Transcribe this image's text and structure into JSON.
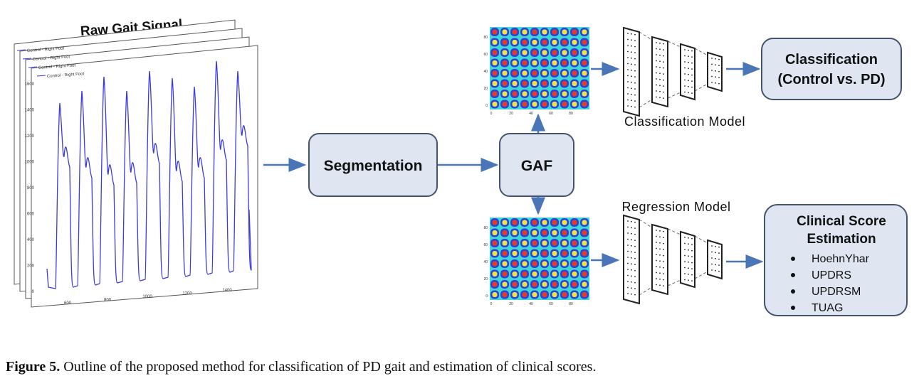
{
  "title": "Raw Gait Signal",
  "legend_label": "Control - Right Foot",
  "signal_y_ticks": [
    "0",
    "200",
    "400",
    "600",
    "800",
    "1000",
    "1200",
    "1400",
    "1600"
  ],
  "signal_x_ticks": [
    "600",
    "800",
    "1000",
    "1200",
    "1400"
  ],
  "segmentation_label": "Segmentation",
  "gaf_label": "GAF",
  "gaf_axis_ticks": [
    "0",
    "20",
    "40",
    "60",
    "80"
  ],
  "classification_model_label": "Classification Model",
  "regression_model_label": "Regression Model",
  "classification_output": {
    "line1": "Classification",
    "line2": "(Control vs. PD)"
  },
  "clinical_output": {
    "line1": "Clinical Score",
    "line2": "Estimation",
    "items": [
      "HoehnYhar",
      "UPDRS",
      "UPDRSM",
      "TUAG"
    ]
  },
  "caption": {
    "label": "Figure 5.",
    "text": " Outline of the proposed method for classification of PD gait and estimation of clinical scores."
  },
  "colors": {
    "box_fill": "#dfe6f2",
    "box_stroke": "#45546e",
    "arrow": "#4a76b8",
    "signal": "#3a3ae0",
    "gaf_blue": "#2a44d8",
    "gaf_red": "#e53a2a",
    "gaf_yellow": "#f2e24a",
    "gaf_cyan": "#3fd6d6"
  }
}
